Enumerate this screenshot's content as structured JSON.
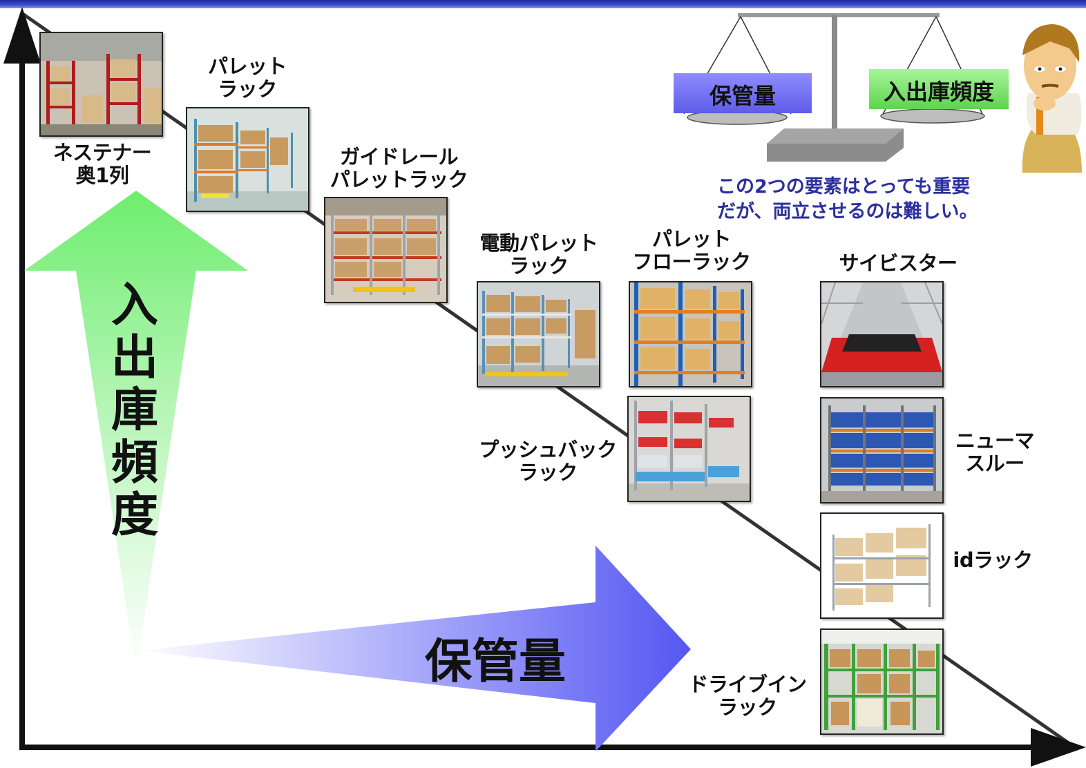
{
  "axis_titles": {
    "vertical": "入出庫頻度",
    "horizontal": "保管量"
  },
  "balance": {
    "left_pan": "保管量",
    "right_pan": "入出庫頻度"
  },
  "note": "この2つの要素はとっても重要\nだが、両立させるのは難しい。",
  "racks": [
    {
      "id": "nestainer",
      "label": "ネステナー\n奥1列"
    },
    {
      "id": "pallet",
      "label": "パレット\nラック"
    },
    {
      "id": "guide-rail",
      "label": "ガイドレール\nパレットラック"
    },
    {
      "id": "electric",
      "label": "電動パレット\nラック"
    },
    {
      "id": "flow",
      "label": "パレット\nフローラック"
    },
    {
      "id": "pushback",
      "label": "プッシュバック\nラック"
    },
    {
      "id": "saibister",
      "label": "サイビスター"
    },
    {
      "id": "pneumatic",
      "label": "ニューマ\nスルー"
    },
    {
      "id": "id-rack",
      "label": "idラック"
    },
    {
      "id": "drive-in",
      "label": "ドライブイン\nラック"
    }
  ],
  "colors": {
    "header_bar": "#1a2a9c",
    "left_pan": "#6f6cf0",
    "right_pan": "#7de36a",
    "up_arrow": "#7ef07e",
    "right_arrow": "#5b5cf5",
    "note_text": "#2b2f9e"
  }
}
